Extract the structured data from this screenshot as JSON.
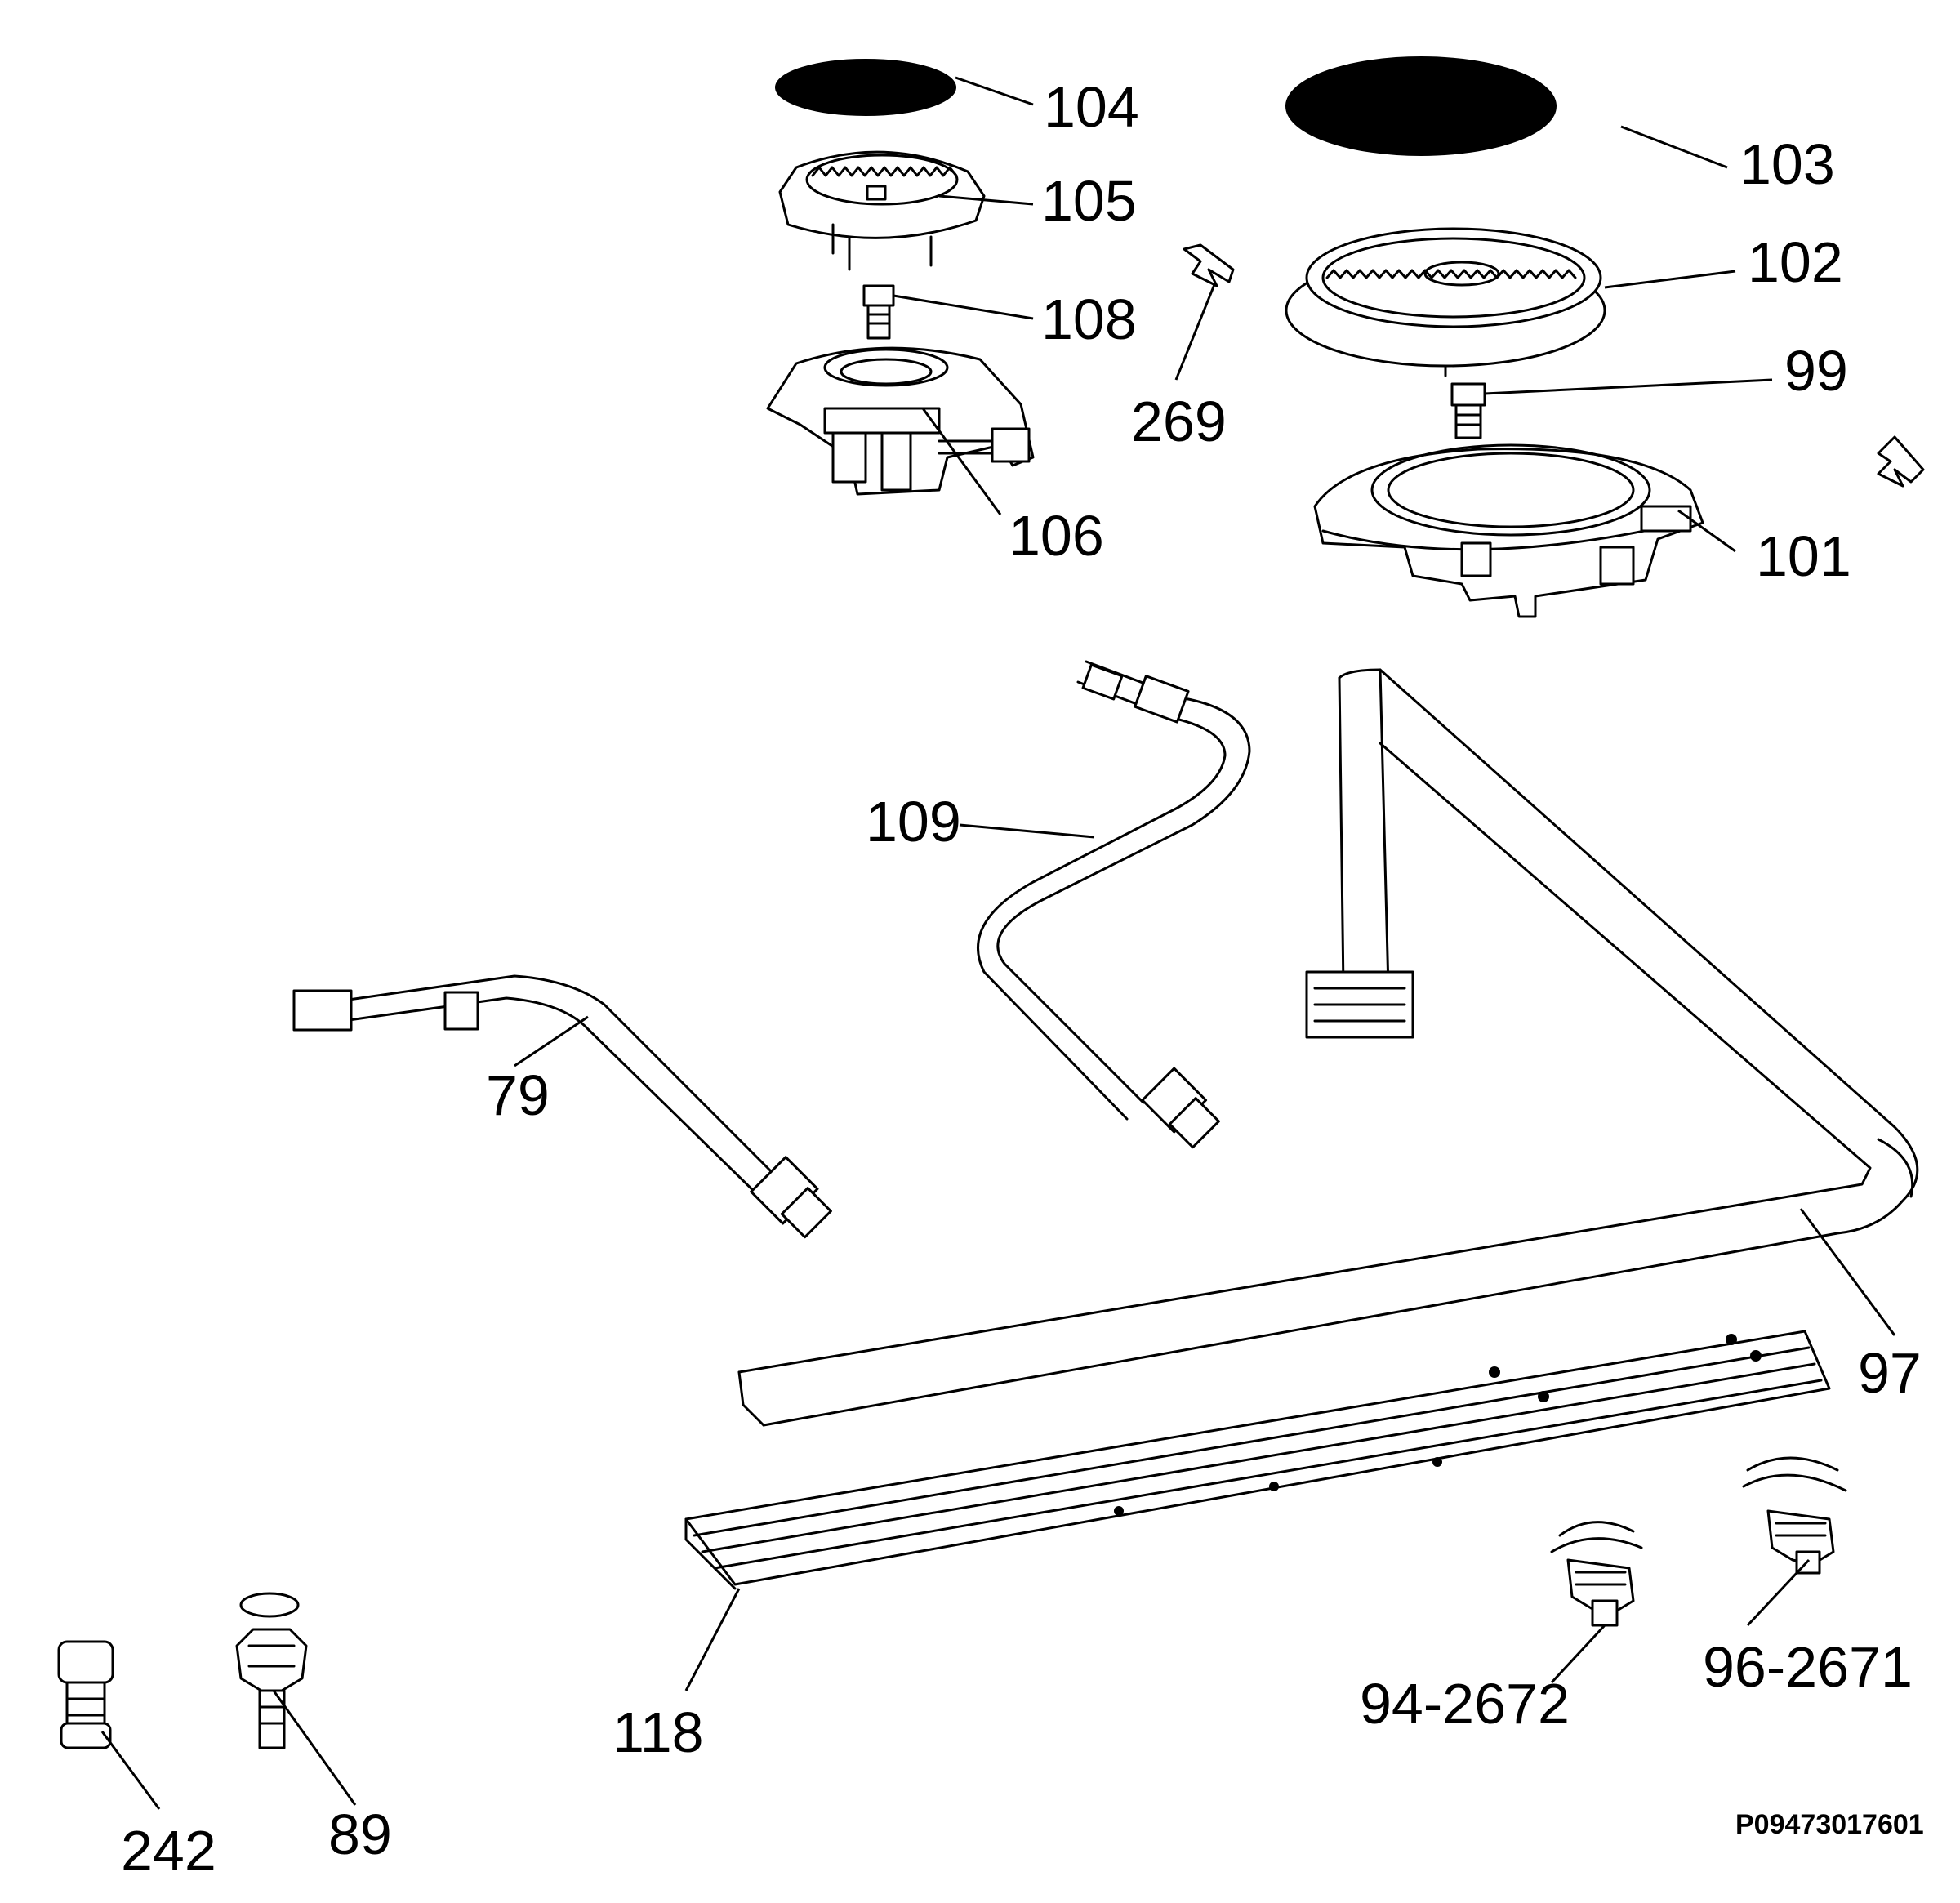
{
  "diagram": {
    "reference_code": "P09473017601",
    "callouts": {
      "c104": "104",
      "c103": "103",
      "c105": "105",
      "c102": "102",
      "c108": "108",
      "c99": "99",
      "c269": "269",
      "c106": "106",
      "c101": "101",
      "c109": "109",
      "c79": "79",
      "c97": "97",
      "c242": "242",
      "c89": "89",
      "c118": "118",
      "c94_2672": "94-2672",
      "c96_2671": "96-2671"
    }
  }
}
